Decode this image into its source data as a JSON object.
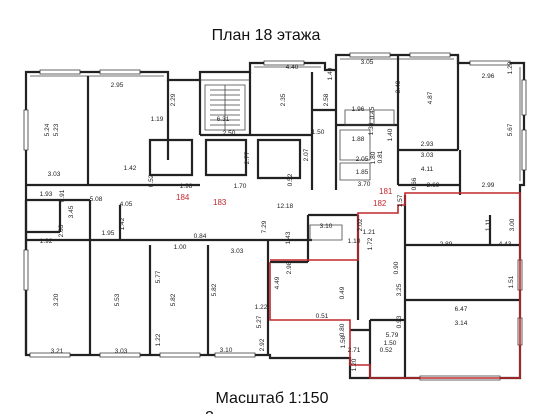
{
  "title": "План 18 этажа",
  "scale": "Масштаб 1:150",
  "footer_fragment": "2",
  "highlight_color": "#c0282d",
  "apartment_numbers": [
    "184",
    "183",
    "181",
    "182"
  ],
  "dimensions": [
    "2.95",
    "4.40",
    "3.05",
    "2.96",
    "1.23",
    "1.40",
    "5.24",
    "5.23",
    "2.29",
    "1.19",
    "2.35",
    "2.58",
    "1.96",
    "0.45",
    "1.36",
    "3.49",
    "4.87",
    "5.67",
    "6.31",
    "2.50",
    "1.50",
    "1.40",
    "2.93",
    "1.80",
    "1.88",
    "0.81",
    "2.77",
    "2.07",
    "3.03",
    "3.03",
    "1.42",
    "0.52",
    "0.52",
    "4.11",
    "2.05",
    "1.85",
    "3.70",
    "0.66",
    "2.69",
    "2.99",
    "1.93",
    "0.91",
    "1.98",
    "1.70",
    "1.57",
    "5.08",
    "4.05",
    "12.18",
    "3.45",
    "2.03",
    "1.42",
    "1.95",
    "1.92",
    "3.10",
    "0.84",
    "7.29",
    "1.43",
    "2.02",
    "1.11",
    "3.00",
    "2.89",
    "4.43",
    "1.21",
    "1.10",
    "1.72",
    "1.00",
    "3.03",
    "2.98",
    "0.90",
    "1.51",
    "3.20",
    "5.53",
    "5.82",
    "5.82",
    "4.49",
    "0.49",
    "3.25",
    "6.47",
    "5.77",
    "1.22",
    "1.22",
    "0.51",
    "5.27",
    "0.80",
    "0.93",
    "3.14",
    "5.79",
    "1.50",
    "1.58",
    "2.71",
    "0.52",
    "3.21",
    "3.03",
    "3.10",
    "2.92",
    "1.20",
    "1.09"
  ]
}
